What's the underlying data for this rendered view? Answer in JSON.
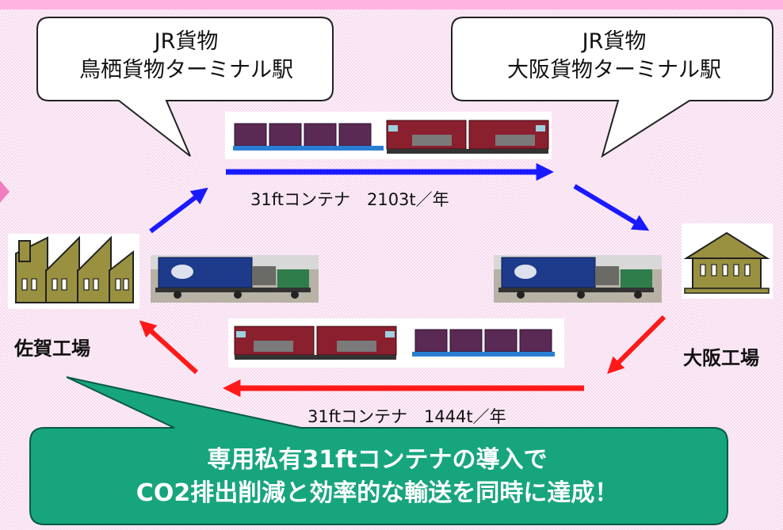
{
  "callouts": {
    "tosu": {
      "line1": "JR貨物",
      "line2": "鳥栖貨物ターミナル駅"
    },
    "osaka": {
      "line1": "JR貨物",
      "line2": "大阪貨物ターミナル駅"
    }
  },
  "routes": {
    "outbound": {
      "label": "31ftコンテナ　2103t／年"
    },
    "return": {
      "label": "31ftコンテナ　1444t／年"
    }
  },
  "factories": {
    "saga": "佐賀工場",
    "osaka": "大阪工場"
  },
  "banner": {
    "line1": "専用私有31ftコンテナの導入で",
    "line2": "CO2排出削減と効率的な輸送を同時に達成！"
  },
  "colors": {
    "outbound_arrow": "#1a1aff",
    "return_arrow": "#ff1a1a",
    "banner_fill": "#17a57e",
    "locomotive": "#8a1f2d",
    "container": "#5a2a55",
    "truck_container": "#1e3a8a"
  }
}
